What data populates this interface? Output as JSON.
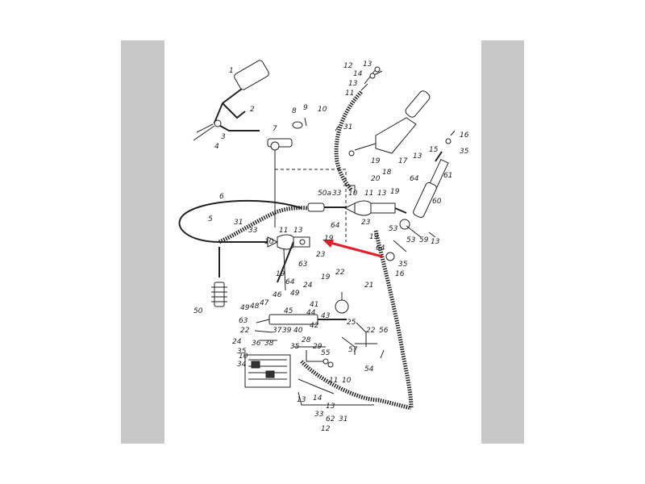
{
  "callouts": [
    {
      "id": "c1",
      "text": "1"
    },
    {
      "id": "c2",
      "text": "2"
    },
    {
      "id": "c3",
      "text": "3"
    },
    {
      "id": "c4",
      "text": "4"
    },
    {
      "id": "c5",
      "text": "5"
    },
    {
      "id": "c6",
      "text": "6"
    },
    {
      "id": "c7",
      "text": "7"
    },
    {
      "id": "c8",
      "text": "8"
    },
    {
      "id": "c9",
      "text": "9"
    },
    {
      "id": "c10a",
      "text": "10"
    },
    {
      "id": "c12a",
      "text": "12"
    },
    {
      "id": "c13a",
      "text": "13"
    },
    {
      "id": "c14a",
      "text": "14"
    },
    {
      "id": "c13b",
      "text": "13"
    },
    {
      "id": "c11a",
      "text": "11"
    },
    {
      "id": "c31a",
      "text": "31"
    },
    {
      "id": "c15",
      "text": "15"
    },
    {
      "id": "c13c",
      "text": "13"
    },
    {
      "id": "c17",
      "text": "17"
    },
    {
      "id": "c18",
      "text": "18"
    },
    {
      "id": "c19a",
      "text": "19"
    },
    {
      "id": "c20",
      "text": "20"
    },
    {
      "id": "c16",
      "text": "16"
    },
    {
      "id": "c35a",
      "text": "35"
    },
    {
      "id": "c61",
      "text": "61"
    },
    {
      "id": "c64a",
      "text": "64"
    },
    {
      "id": "c60",
      "text": "60"
    },
    {
      "id": "c59",
      "text": "59"
    },
    {
      "id": "c53a",
      "text": "53"
    },
    {
      "id": "c13d",
      "text": "13"
    },
    {
      "id": "c35b",
      "text": "35"
    },
    {
      "id": "c16b",
      "text": "16"
    },
    {
      "id": "c64b",
      "text": "64"
    },
    {
      "id": "c19b",
      "text": "19"
    },
    {
      "id": "c53b",
      "text": "53"
    },
    {
      "id": "c50a",
      "text": "50а"
    },
    {
      "id": "c33a",
      "text": "33"
    },
    {
      "id": "c10b",
      "text": "10"
    },
    {
      "id": "c11b",
      "text": "11"
    },
    {
      "id": "c13e",
      "text": "13"
    },
    {
      "id": "c19c",
      "text": "19"
    },
    {
      "id": "c23a",
      "text": "23"
    },
    {
      "id": "c31b",
      "text": "31"
    },
    {
      "id": "c33b",
      "text": "33"
    },
    {
      "id": "c10c",
      "text": "10"
    },
    {
      "id": "c11c",
      "text": "11"
    },
    {
      "id": "c13f",
      "text": "13"
    },
    {
      "id": "c64c",
      "text": "64"
    },
    {
      "id": "c19d",
      "text": "19"
    },
    {
      "id": "c23b",
      "text": "23"
    },
    {
      "id": "c63a",
      "text": "63"
    },
    {
      "id": "c19e",
      "text": "19"
    },
    {
      "id": "c64d",
      "text": "64"
    },
    {
      "id": "c22a",
      "text": "22"
    },
    {
      "id": "c24a",
      "text": "24"
    },
    {
      "id": "c19f",
      "text": "19"
    },
    {
      "id": "c21",
      "text": "21"
    },
    {
      "id": "c50b",
      "text": "50"
    },
    {
      "id": "c49a",
      "text": "49"
    },
    {
      "id": "c48",
      "text": "48"
    },
    {
      "id": "c47",
      "text": "47"
    },
    {
      "id": "c46",
      "text": "46"
    },
    {
      "id": "c45",
      "text": "45"
    },
    {
      "id": "c49b",
      "text": "49"
    },
    {
      "id": "c41",
      "text": "41"
    },
    {
      "id": "c44",
      "text": "44"
    },
    {
      "id": "c43",
      "text": "43"
    },
    {
      "id": "c63b",
      "text": "63"
    },
    {
      "id": "c22b",
      "text": "22"
    },
    {
      "id": "c37",
      "text": "37"
    },
    {
      "id": "c39",
      "text": "39"
    },
    {
      "id": "c40",
      "text": "40"
    },
    {
      "id": "c42",
      "text": "42"
    },
    {
      "id": "c25",
      "text": "25"
    },
    {
      "id": "c22c",
      "text": "22"
    },
    {
      "id": "c56",
      "text": "56"
    },
    {
      "id": "c24b",
      "text": "24"
    },
    {
      "id": "c36",
      "text": "36"
    },
    {
      "id": "c38",
      "text": "38"
    },
    {
      "id": "c35c",
      "text": "35"
    },
    {
      "id": "c28",
      "text": "28"
    },
    {
      "id": "c29",
      "text": "29"
    },
    {
      "id": "c57",
      "text": "57"
    },
    {
      "id": "c35d",
      "text": "35"
    },
    {
      "id": "c10d",
      "text": "10"
    },
    {
      "id": "c34",
      "text": "34"
    },
    {
      "id": "c55",
      "text": "55"
    },
    {
      "id": "c54",
      "text": "54"
    },
    {
      "id": "c11d",
      "text": "11"
    },
    {
      "id": "c10e",
      "text": "10"
    },
    {
      "id": "c13g",
      "text": "13"
    },
    {
      "id": "c14b",
      "text": "14"
    },
    {
      "id": "c13h",
      "text": "13"
    },
    {
      "id": "c33c",
      "text": "33"
    },
    {
      "id": "c62",
      "text": "62"
    },
    {
      "id": "c31c",
      "text": "31"
    },
    {
      "id": "c12b",
      "text": "12"
    }
  ],
  "colors": {
    "arrow": "#e0202a",
    "ink": "#222222",
    "side_bar": "#c8c8c8"
  }
}
